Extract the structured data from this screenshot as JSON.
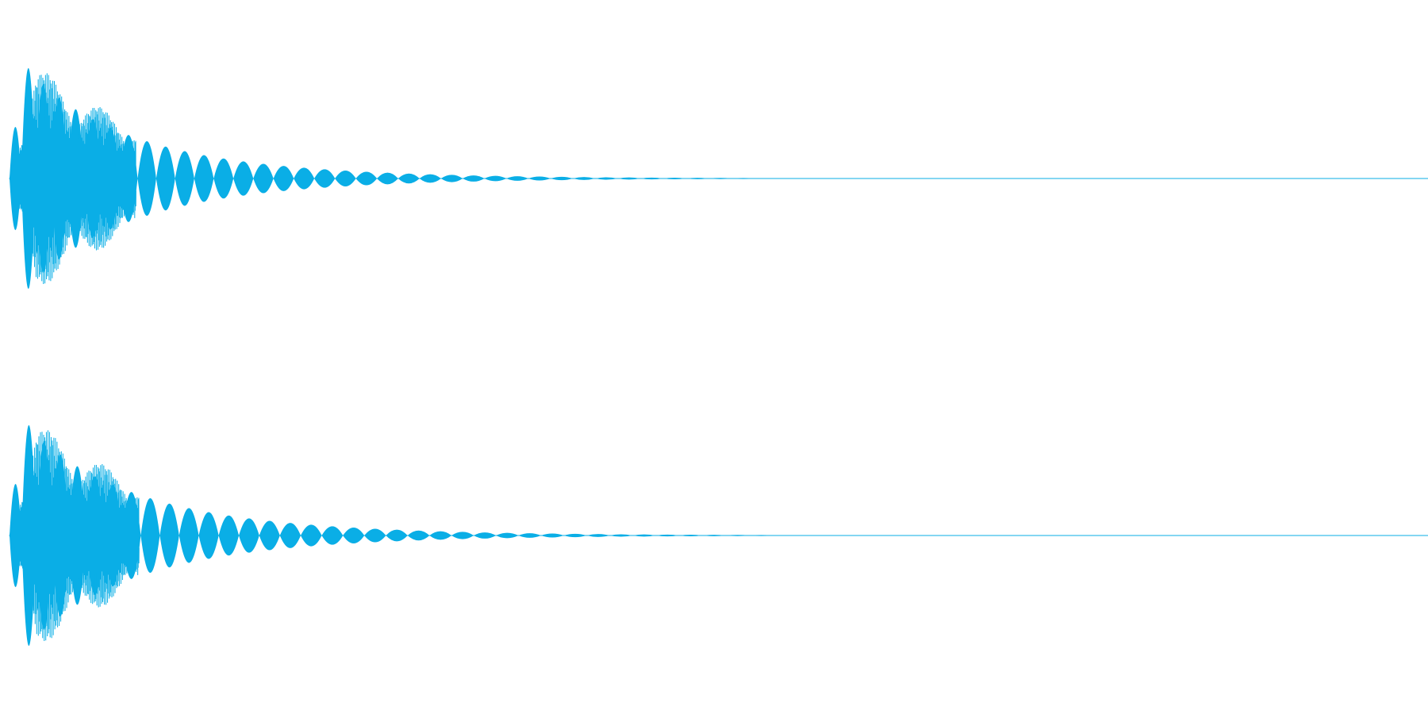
{
  "waveform": {
    "color": "#0aaee6",
    "channels": [
      {
        "name": "",
        "envelope": {
          "start": 0.0,
          "end": 0.41,
          "peak": 0.9,
          "decay": 6.2
        },
        "tone_cycles_visible": 50
      },
      {
        "name": "",
        "envelope": {
          "start": 0.0,
          "end": 0.42,
          "peak": 0.9,
          "decay": 6.2
        },
        "tone_cycles_visible": 50
      }
    ]
  }
}
